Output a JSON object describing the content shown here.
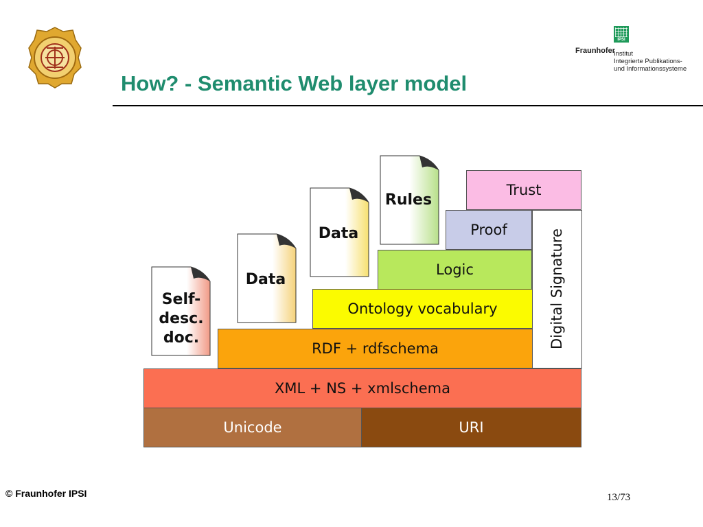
{
  "header": {
    "title": "How? - Semantic Web layer model",
    "fraunhofer": {
      "name": "Fraunhofer",
      "logo_text": "IPSI",
      "lines": [
        "Institut",
        "Integrierte Publikations-",
        "und Informationssysteme"
      ]
    }
  },
  "diagram": {
    "layers": {
      "unicode": "Unicode",
      "uri": "URI",
      "xml": "XML + NS + xmlschema",
      "rdf": "RDF + rdfschema",
      "ontology": "Ontology vocabulary",
      "logic": "Logic",
      "proof": "Proof",
      "trust": "Trust",
      "signature": "Digital Signature"
    },
    "documents": {
      "self_desc": [
        "Self-",
        "desc.",
        "doc."
      ],
      "data1": "Data",
      "data2": "Data",
      "rules": "Rules"
    },
    "colors": {
      "unicode": "#b07040",
      "uri": "#8a4a10",
      "xml": "#fb6f52",
      "rdf": "#fba40c",
      "ontology": "#fbfb00",
      "logic": "#b8e85c",
      "proof": "#c8cce8",
      "trust": "#fbbce4"
    }
  },
  "footer": {
    "copyright": "© Fraunhofer IPSI",
    "page": "13/73"
  }
}
